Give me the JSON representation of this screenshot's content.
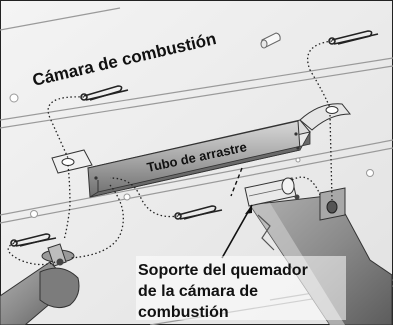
{
  "labels": {
    "combustion_chamber": "Cámara de combustión",
    "carryover_tube": "Tubo de arrastre",
    "burner_support_line1": "Soporte del quemador",
    "burner_support_line2": "de la cámara de",
    "burner_support_line3": "combustión"
  }
}
